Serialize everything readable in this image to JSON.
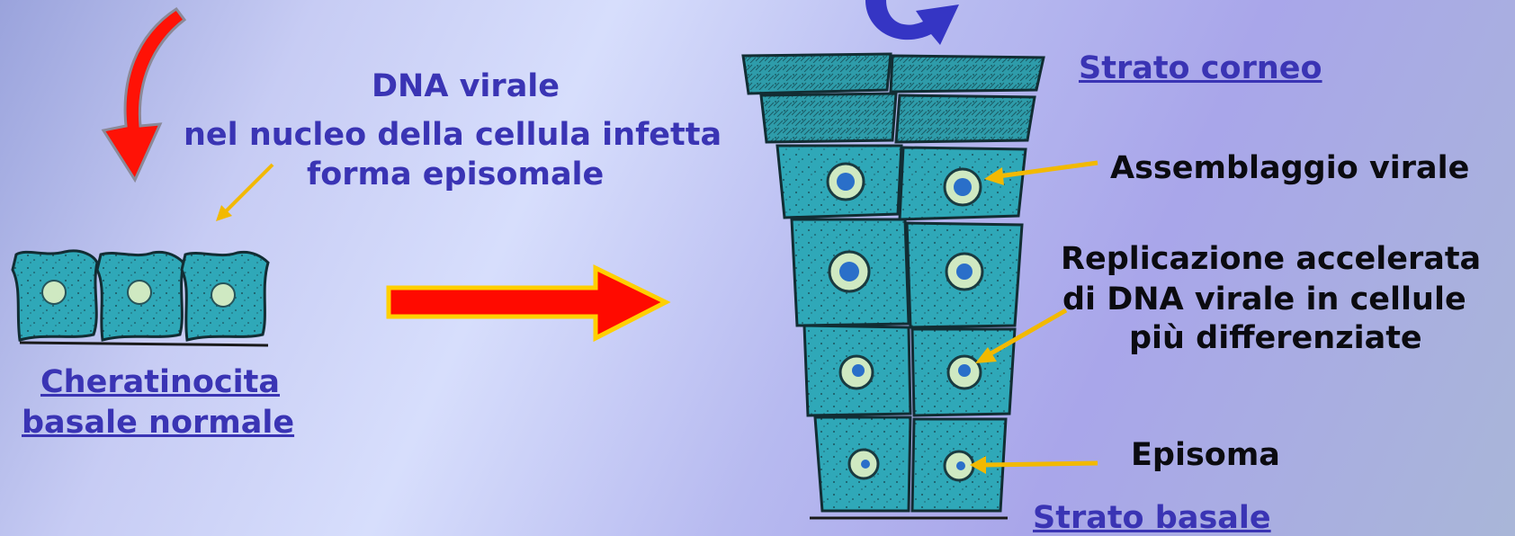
{
  "title_line1": "DNA virale",
  "title_line2": "nel nucleo della cellula infetta",
  "title_line3": "forma episomale",
  "basal_label_line1": "Cheratinocita",
  "basal_label_line2": "basale normale",
  "layer_top": "Strato corneo",
  "layer_bottom": "Strato basale",
  "assembly_label": "Assemblaggio virale",
  "replication_line1": "Replicazione accelerata",
  "replication_line2": "di  DNA virale in cellule",
  "replication_line3": "più differenziate",
  "episome_label": "Episoma",
  "colors": {
    "title_blue": "#3a34b4",
    "cell_teal": "#2fa8b8",
    "arrow_red": "#ff0a00",
    "arrow_yellow": "#ffd000",
    "pointer_gold": "#f2b900"
  }
}
